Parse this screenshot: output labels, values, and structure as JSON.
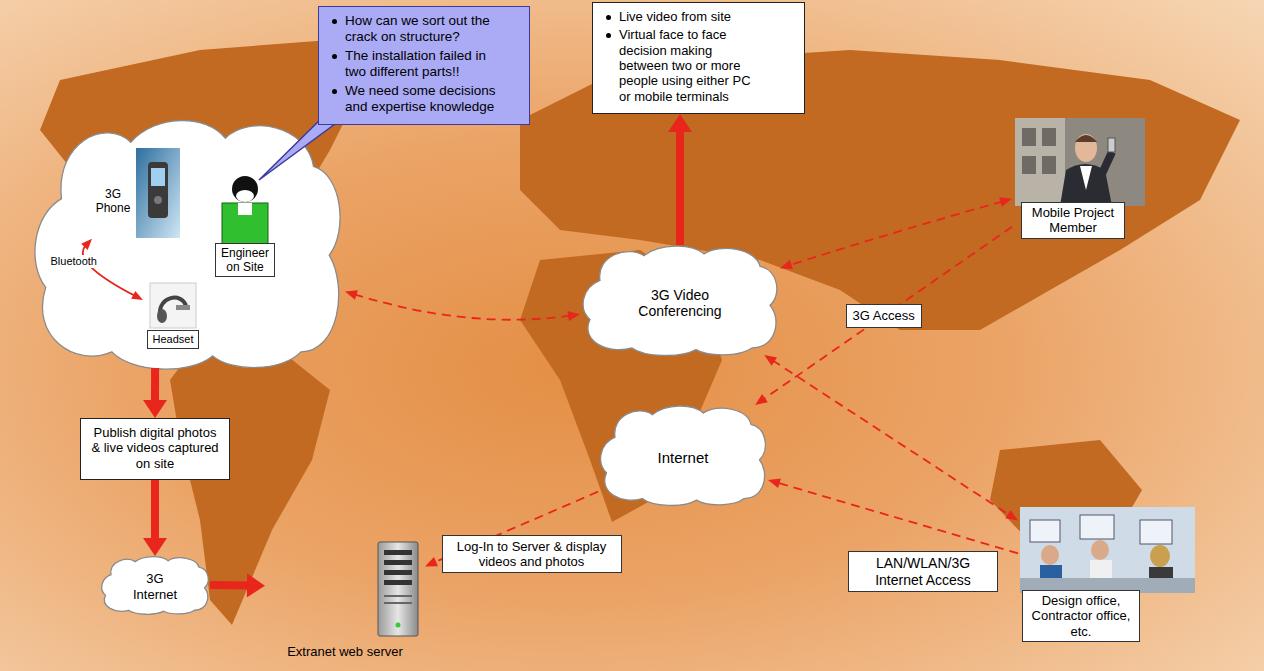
{
  "diagram": {
    "nodes": [
      {
        "text": []
      },
      {
        "text": [
          "3G Phone"
        ],
        "in": 0
      },
      {
        "text": [
          "Engineer on Site"
        ],
        "in": 0
      },
      {
        "text": [
          "Headset"
        ],
        "in": 0
      },
      {
        "text": [
          "How can we sort out the crack on structure?",
          "The installation failed in two different parts!!",
          "We need some decisions and expertise knowledge"
        ]
      },
      {
        "text": [
          "Live video from site",
          "Virtual face to face decision making between two or more people using either PC or mobile terminals"
        ]
      },
      {
        "text": [
          "Mobile Project Member"
        ]
      },
      {
        "text": [
          "3G Video Conferencing"
        ]
      },
      {
        "text": [
          "Publish digital photos & live videos captured on site"
        ]
      },
      {
        "text": [
          "Internet"
        ]
      },
      {
        "text": [
          "3G Internet"
        ]
      },
      {
        "text": [
          "Extranet web server"
        ]
      },
      {
        "text": [
          "Design office, Contractor office, etc."
        ]
      }
    ],
    "edges": [
      {
        "from": 1,
        "to": 3,
        "arrow": "both",
        "label": "Bluetooth"
      },
      {
        "from": 0,
        "to": 7,
        "arrow": "both"
      },
      {
        "from": 7,
        "to": 5,
        "arrow": "to"
      },
      {
        "from": 0,
        "to": 8,
        "arrow": "to"
      },
      {
        "from": 8,
        "to": 10,
        "arrow": "to"
      },
      {
        "from": 10,
        "to": 11,
        "arrow": "to"
      },
      {
        "from": 9,
        "to": 11,
        "arrow": "to",
        "label": "Log-In to Server & display videos and photos"
      },
      {
        "from": 6,
        "to": 7,
        "arrow": "both"
      },
      {
        "from": 6,
        "to": 9,
        "arrow": "to",
        "label": "3G Access"
      },
      {
        "from": 12,
        "to": 9,
        "arrow": "to",
        "label": "LAN/WLAN/3G Internet Access"
      },
      {
        "from": 7,
        "to": 12,
        "arrow": "both"
      }
    ]
  }
}
